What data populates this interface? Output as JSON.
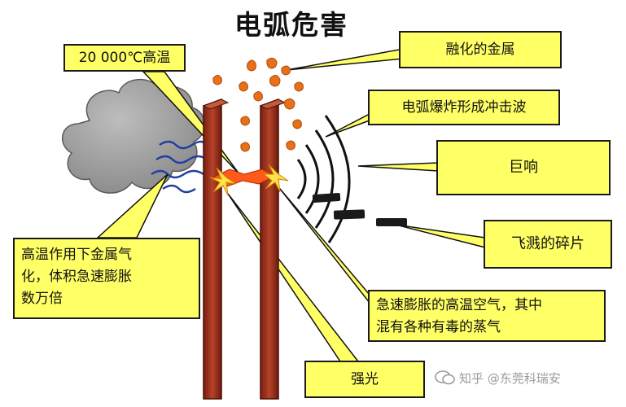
{
  "title": "电弧危害",
  "labels": {
    "temperature": "20 000℃高温",
    "molten_metal": "融化的金属",
    "shock_wave": "电弧爆炸形成冲击波",
    "loud_noise": "巨响",
    "flying_debris": "飞溅的碎片",
    "metal_vapor_lines": [
      "高温作用下金属气",
      "化，体积急速膨胀",
      "数万倍"
    ],
    "hot_air_lines": [
      "急速膨胀的高温空气，其中",
      "混有各种有毒的蒸气"
    ],
    "strong_light": "强光"
  },
  "watermark": "知乎 @东莞科瑞安",
  "colors": {
    "callout_fill": "#ffff66",
    "electrode": "#a0301a",
    "cloud": "#9a9a9a",
    "arc_wave": "#2040a0",
    "droplet": "#e8701a",
    "arc_flash": "#ff5a1a"
  }
}
